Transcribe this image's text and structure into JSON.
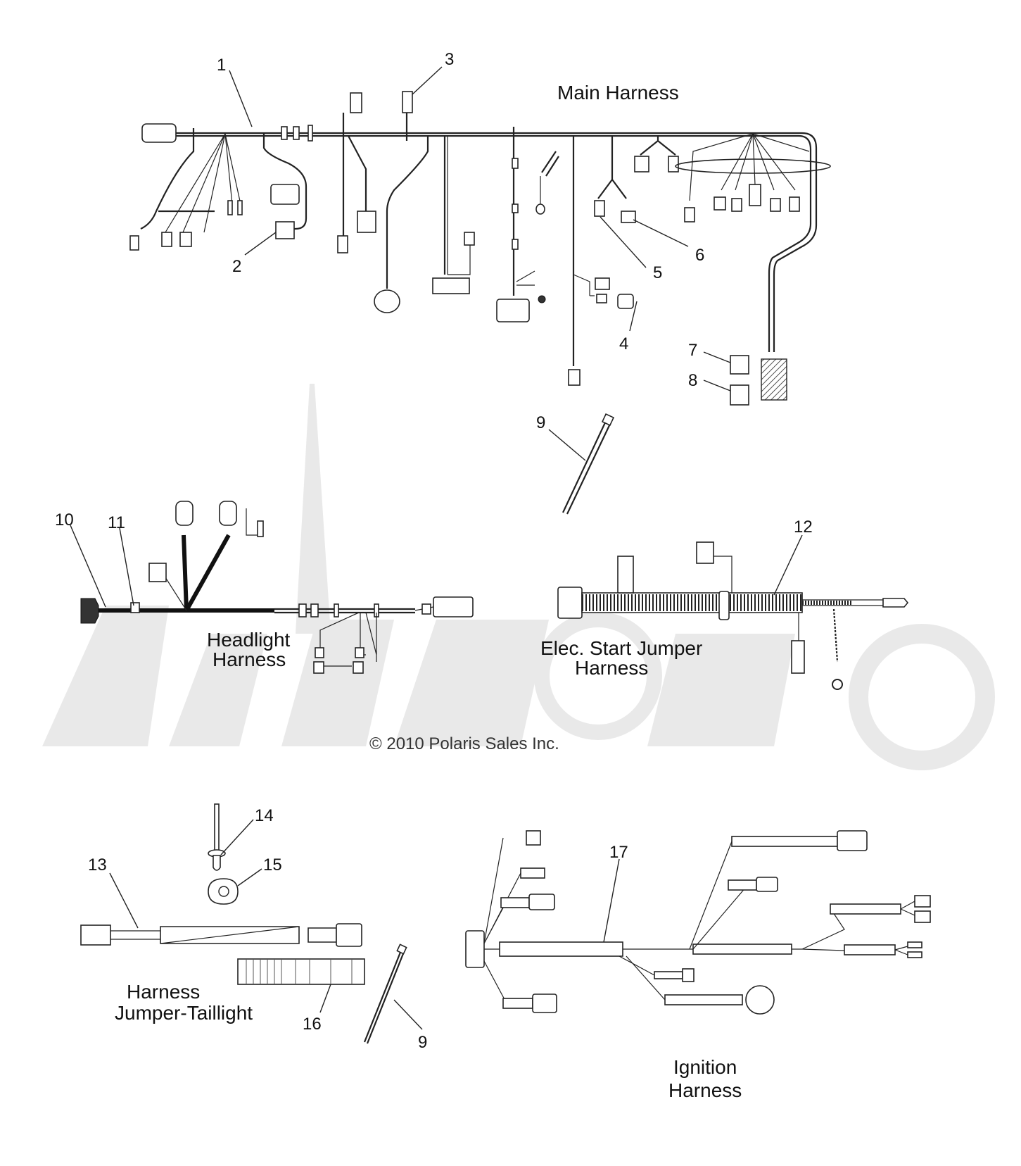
{
  "sections": {
    "main": "Main Harness",
    "headlight": [
      "Headlight",
      "Harness"
    ],
    "elec_start": [
      "Elec. Start Jumper",
      "Harness"
    ],
    "taillight": [
      "Harness",
      "Jumper-Taillight"
    ],
    "ignition": [
      "Ignition",
      "Harness"
    ]
  },
  "copyright": "© 2010 Polaris Sales Inc.",
  "callouts": [
    "1",
    "2",
    "3",
    "4",
    "5",
    "6",
    "7",
    "8",
    "9",
    "10",
    "11",
    "12",
    "13",
    "14",
    "15",
    "16",
    "17",
    "9"
  ]
}
